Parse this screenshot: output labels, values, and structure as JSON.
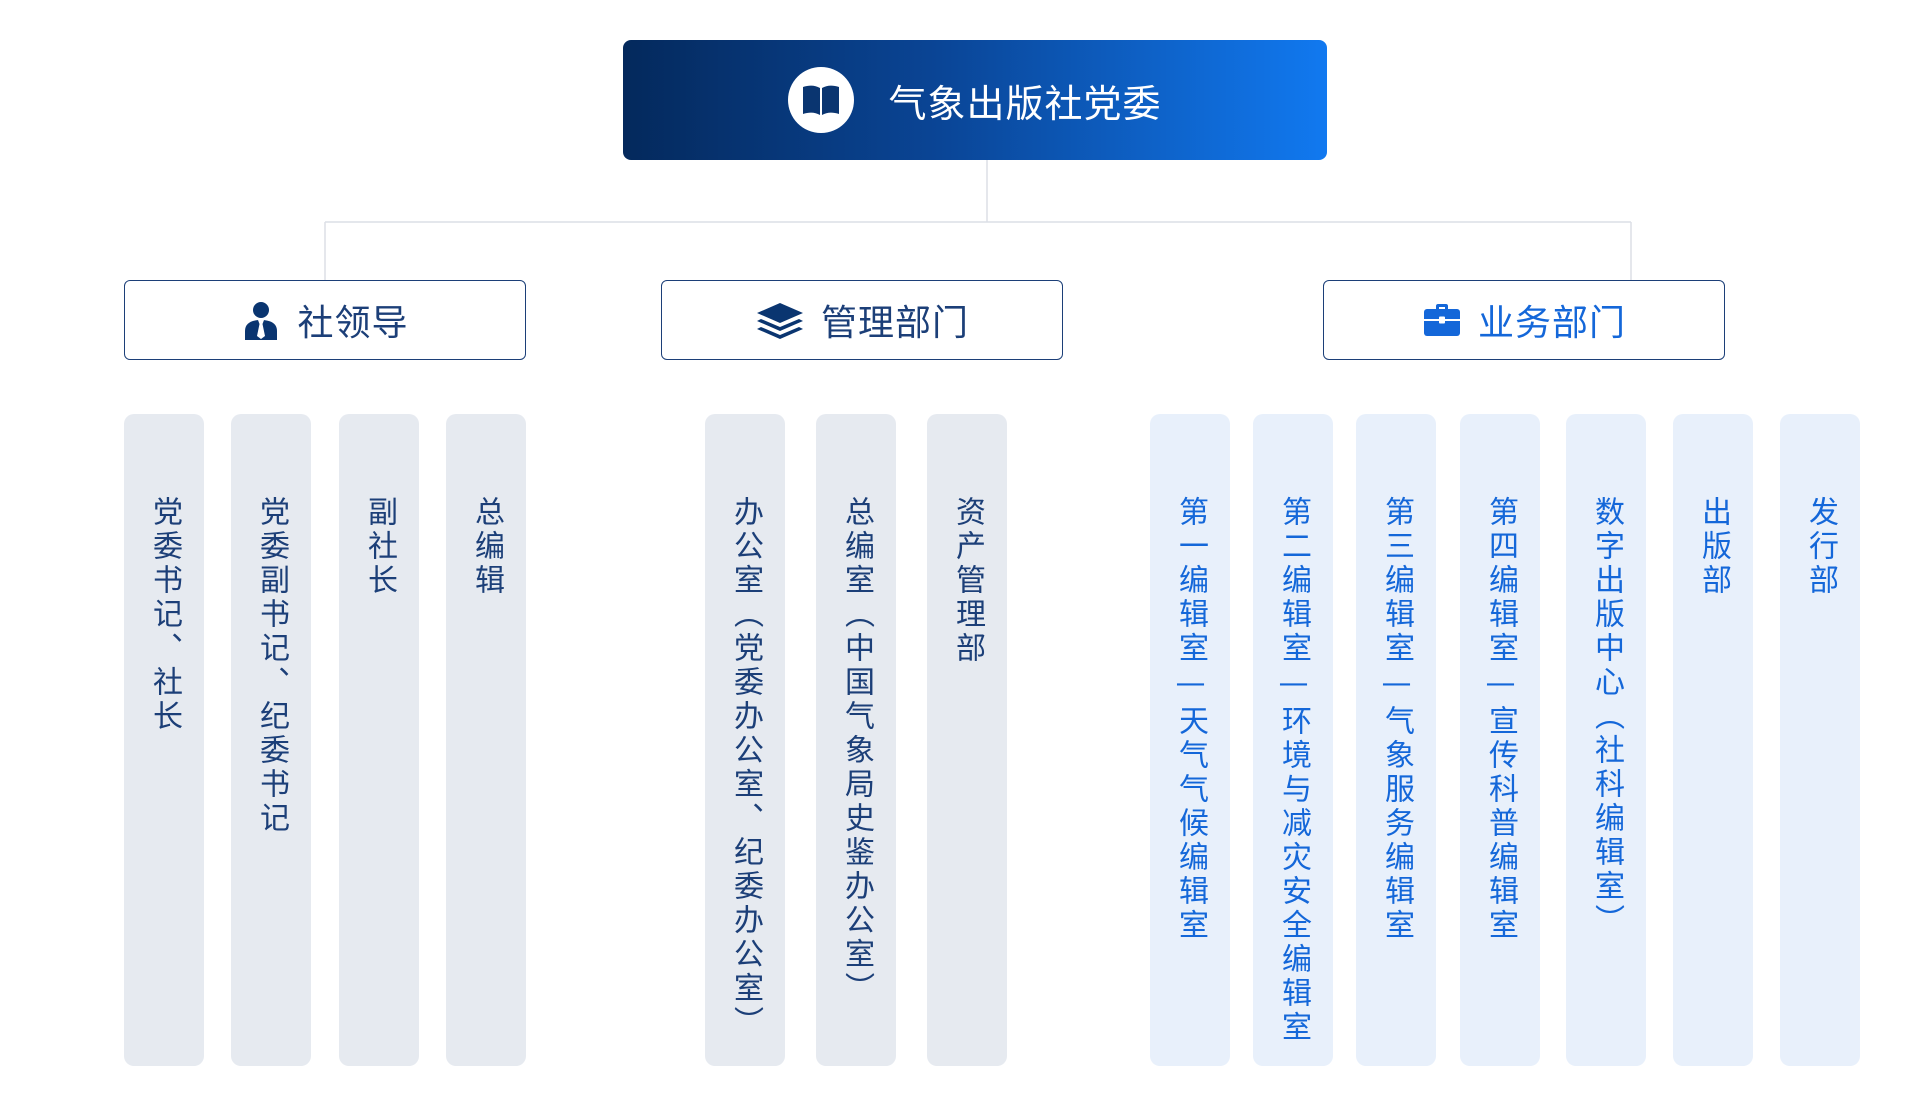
{
  "root": {
    "title": "气象出版社党委",
    "icon": "open-book-icon"
  },
  "categories": [
    {
      "label": "社领导",
      "icon": "leader-person-icon",
      "items": [
        "党委书记、社长",
        "党委副书记、纪委书记",
        "副社长",
        "总编辑"
      ]
    },
    {
      "label": "管理部门",
      "icon": "layers-icon",
      "items": [
        "办公室（党委办公室、纪委办公室）",
        "总编室（中国气象局史鉴办公室）",
        "资产管理部"
      ]
    },
    {
      "label": "业务部门",
      "icon": "briefcase-icon",
      "items": [
        "第一编辑室—天气气候编辑室",
        "第二编辑室—环境与减灾安全编辑室",
        "第三编辑室—气象服务编辑室",
        "第四编辑室—宣传科普编辑室",
        "数字出版中心（社科编辑室）",
        "出版部",
        "发行部"
      ]
    }
  ],
  "colors": {
    "root_gradient_start": "#04295c",
    "root_gradient_end": "#1179f0",
    "category_text": "#1c3f78",
    "column_gray": "#e6eaf0",
    "column_blue": "#e8f0fb",
    "business_text": "#1467d9",
    "connector": "#dcdfe6"
  }
}
